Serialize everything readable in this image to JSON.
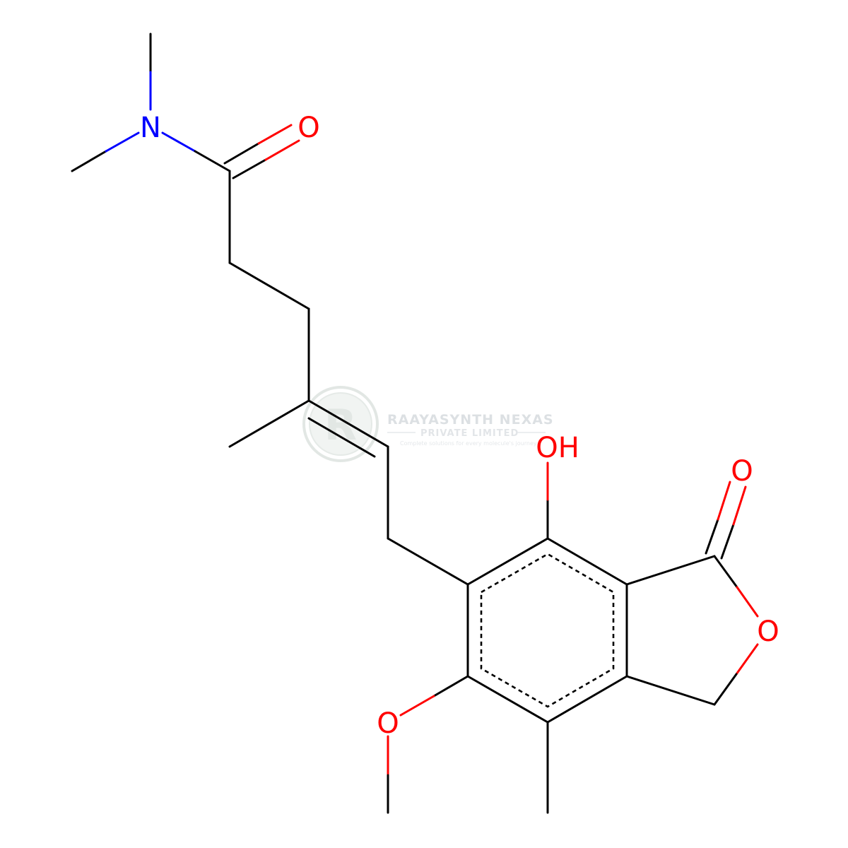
{
  "diagram": {
    "type": "skeletal-structure",
    "colors": {
      "bond": "#000000",
      "nitrogen": "#0000ff",
      "oxygen": "#ff0000",
      "watermark": "#d9dde0"
    },
    "atom_labels": {
      "amine_nitrogen": "N",
      "amide_oxygen": "O",
      "hydroxyl": "OH",
      "lactone_carbonyl_oxygen": "O",
      "ring_oxygen": "O",
      "methoxy_oxygen": "O"
    }
  },
  "watermark": {
    "logo_letter": "R",
    "company": "RAAYASYNTH NEXAS",
    "subtitle": "PRIVATE LIMITED",
    "tagline": "Complete solutions for every molecule's journey"
  }
}
